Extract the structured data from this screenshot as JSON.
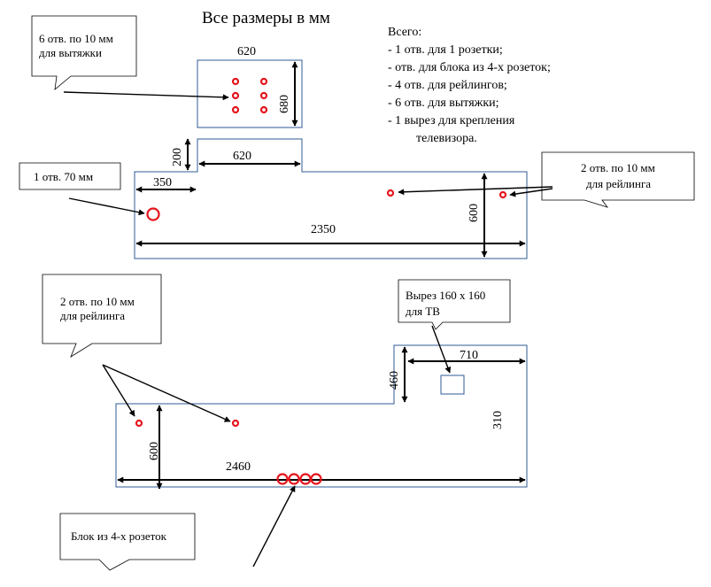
{
  "title": "Все размеры в мм",
  "colors": {
    "hole": "#e5141b",
    "panel": "#2f5b94",
    "ink": "#000000"
  },
  "summary": {
    "heading": "Всего:",
    "lines": [
      "- 1 отв. для 1 розетки;",
      "- отв. для блока из 4-х розеток;",
      "- 4 отв. для  рейлингов;",
      "- 6 отв. для вытяжки;",
      "-  1 вырез для крепления",
      "телевизора."
    ]
  },
  "callouts": {
    "hood": [
      "6 отв. по 10 мм",
      "для вытяжки"
    ],
    "socket": [
      "1 отв. 70 мм"
    ],
    "rail_top": [
      "2 отв. по 10 мм",
      "для рейлинга"
    ],
    "rail_bottom": [
      "2 отв. по 10 мм",
      "для рейлинга"
    ],
    "tv": [
      "Вырез 160 х 160",
      "для ТВ"
    ],
    "block": [
      "Блок из 4-х розеток"
    ]
  },
  "dimensions": {
    "hood_width": "620",
    "hood_height": "680",
    "step_height": "200",
    "step_width": "620",
    "socket_offset": "350",
    "top_panel_width": "2350",
    "top_panel_height": "600",
    "bottom_step_height": "460",
    "bottom_step_width": "710",
    "bottom_right_height": "310",
    "bottom_panel_height": "600",
    "bottom_panel_width": "2460"
  }
}
